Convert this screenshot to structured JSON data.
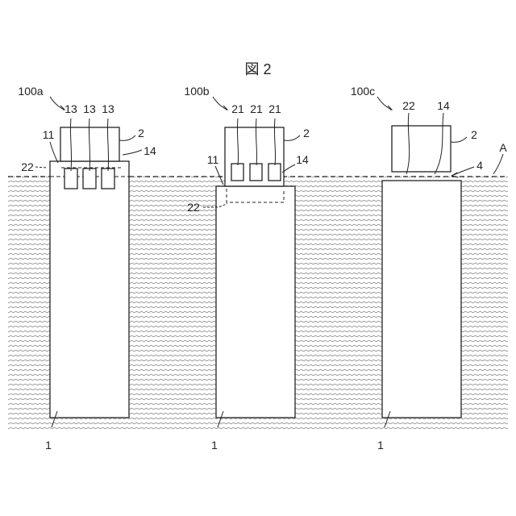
{
  "figure": {
    "title": "図 2"
  },
  "labels": {
    "a_assembly": "100a",
    "b_assembly": "100b",
    "c_assembly": "100c",
    "a_13_1": "13",
    "a_13_2": "13",
    "a_13_3": "13",
    "a_2": "2",
    "a_11": "11",
    "a_14": "14",
    "a_22": "22",
    "a_1": "1",
    "b_21_1": "21",
    "b_21_2": "21",
    "b_21_3": "21",
    "b_2": "2",
    "b_11": "11",
    "b_14": "14",
    "b_22": "22",
    "b_1": "1",
    "c_22": "22",
    "c_14": "14",
    "c_2": "2",
    "c_A": "A",
    "c_4": "4",
    "c_1": "1"
  },
  "colors": {
    "line": "#222222",
    "hatch": "#7d7d7d",
    "background": "#ffffff"
  }
}
